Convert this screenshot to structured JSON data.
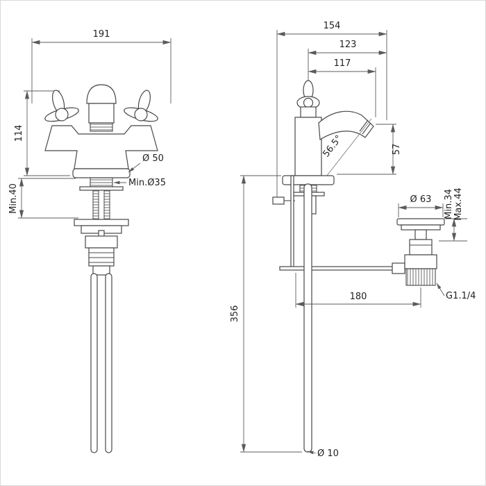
{
  "drawing": {
    "type": "technical-dimension-drawing",
    "subject": "two-handle bidet mixer with pop-up waste",
    "line_color": "#474747",
    "dimension_color": "#5b5b5b",
    "background": "#ffffff",
    "views": {
      "front": {
        "width": "191",
        "height": "114",
        "min_projection": "Min.40",
        "base_diameter": "Ø 50",
        "hole_diameter": "Min.Ø35"
      },
      "side": {
        "total_depth": "154",
        "spout_depth": "123",
        "aerator_depth": "117",
        "spout_angle": "56.5°",
        "outlet_height": "57",
        "hose_length": "356",
        "waste_diameter": "Ø 63",
        "deck_min": "Min.34",
        "deck_max": "Max.44",
        "waste_offset": "180",
        "waste_thread": "G1.1/4",
        "hose_diameter": "Ø 10"
      }
    }
  }
}
